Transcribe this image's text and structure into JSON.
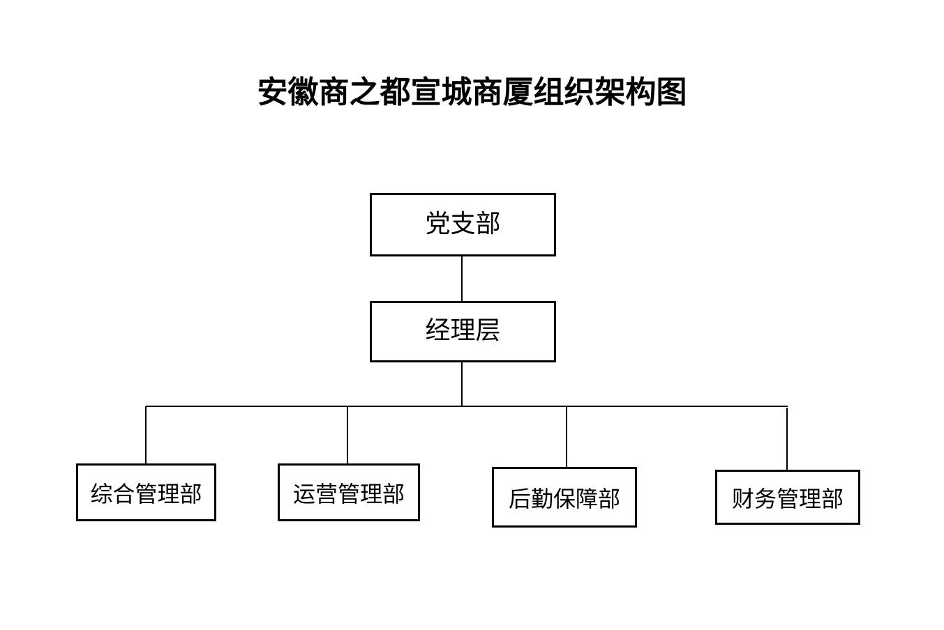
{
  "title": "安徽商之都宣城商厦组织架构图",
  "org": {
    "type": "org-chart",
    "levels": [
      {
        "name": "level-1",
        "nodes": [
          {
            "label": "党支部"
          }
        ]
      },
      {
        "name": "level-2",
        "nodes": [
          {
            "label": "经理层"
          }
        ]
      },
      {
        "name": "level-3",
        "nodes": [
          {
            "label": "综合管理部"
          },
          {
            "label": "运营管理部"
          },
          {
            "label": "后勤保障部"
          },
          {
            "label": "财务管理部"
          }
        ]
      }
    ],
    "edges": [
      {
        "from": "党支部",
        "to": "经理层"
      },
      {
        "from": "经理层",
        "to": "综合管理部"
      },
      {
        "from": "经理层",
        "to": "运营管理部"
      },
      {
        "from": "经理层",
        "to": "后勤保障部"
      },
      {
        "from": "经理层",
        "to": "财务管理部"
      }
    ]
  },
  "colors": {
    "background": "#ffffff",
    "line": "#000000",
    "text": "#000000"
  }
}
